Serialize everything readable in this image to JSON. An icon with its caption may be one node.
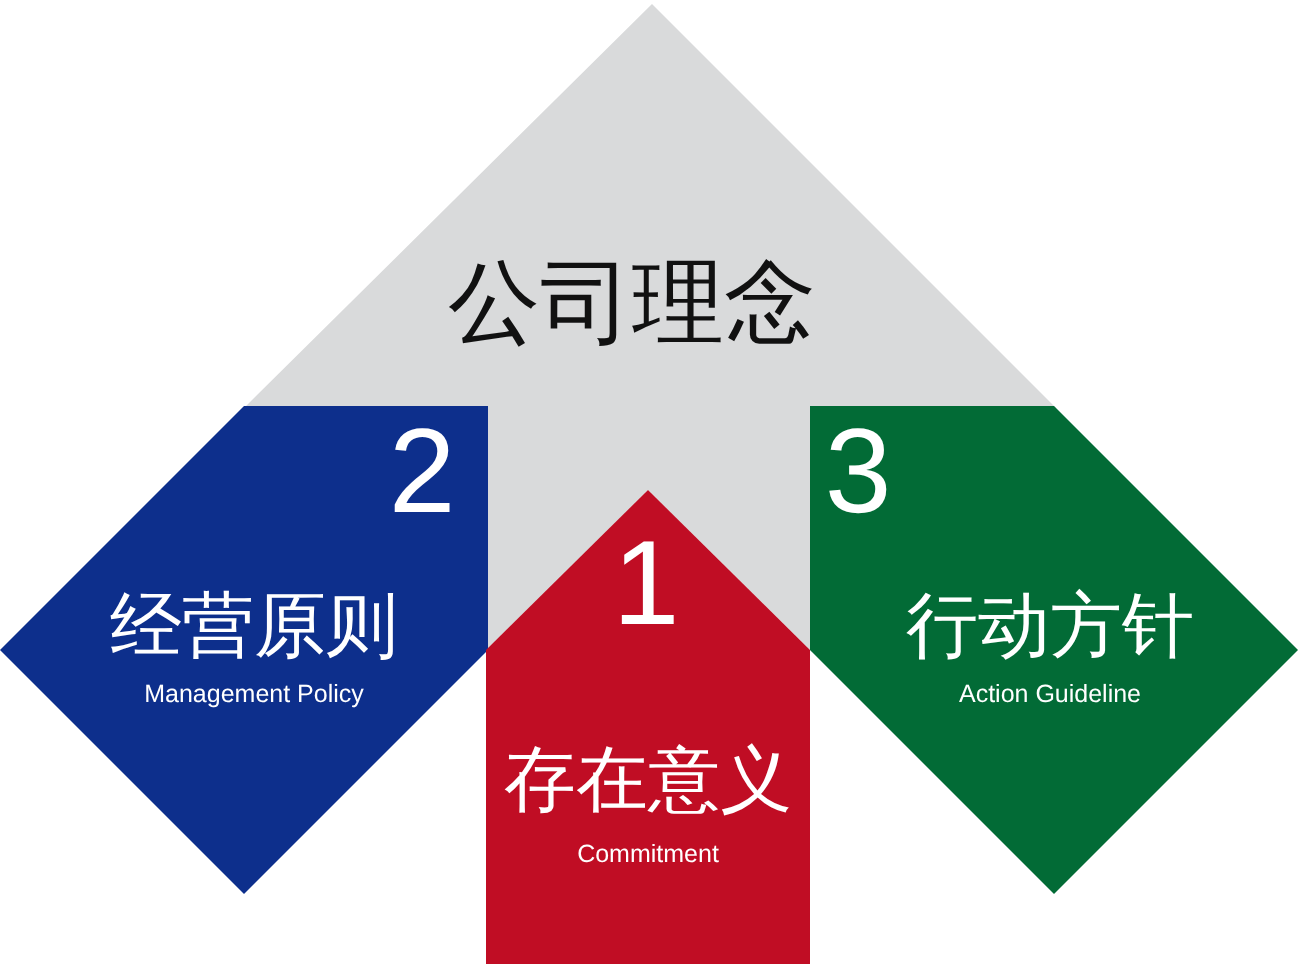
{
  "diagram": {
    "nodes": [
      {
        "text": [
          "公司理念"
        ]
      },
      {
        "text": [
          "2",
          "经营原则",
          "Management Policy"
        ]
      },
      {
        "text": [
          "1",
          "存在意义",
          "Commitment"
        ]
      },
      {
        "text": [
          "3",
          "行动方针",
          "Action Guideline"
        ]
      }
    ]
  }
}
